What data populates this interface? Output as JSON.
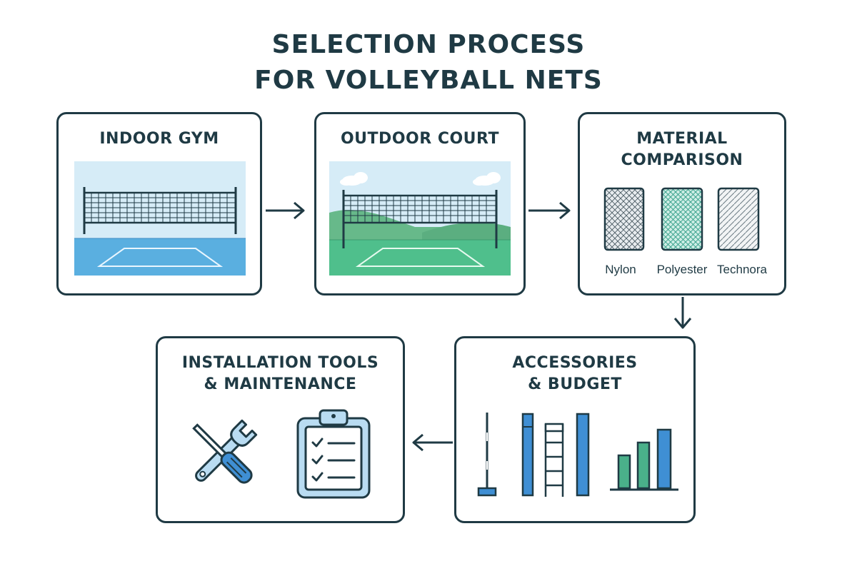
{
  "title": {
    "line1": "SELECTION PROCESS",
    "line2": "FOR VOLLEYBALL NETS"
  },
  "steps": [
    {
      "title_line1": "INDOOR GYM",
      "illustration": "indoor-volleyball-court"
    },
    {
      "title_line1": "OUTDOOR COURT",
      "illustration": "outdoor-volleyball-court"
    },
    {
      "title_line1": "MATERIAL",
      "title_line2": "COMPARISON",
      "illustration": "material-swatches",
      "materials": [
        "Nylon",
        "Polyester",
        "Technora"
      ]
    },
    {
      "title_line1": "ACCESSORIES",
      "title_line2": "& BUDGET",
      "illustration": "poles-and-bar-chart"
    },
    {
      "title_line1": "INSTALLATION TOOLS",
      "title_line2": "& MAINTENANCE",
      "illustration": "tools-and-checklist"
    }
  ],
  "flow": [
    "right-arrow-icon",
    "right-arrow-icon",
    "down-arrow-icon",
    "left-arrow-icon"
  ],
  "colors": {
    "outline": "#1f3a44",
    "indoor_sky": "#d6ecf7",
    "indoor_floor": "#5aafe0",
    "outdoor_grass": "#4fbf8c",
    "hill_green": "#67b98a",
    "accent_blue": "#3f8fd4",
    "accent_green": "#4ab08a",
    "light_blue": "#b9dcf2"
  }
}
